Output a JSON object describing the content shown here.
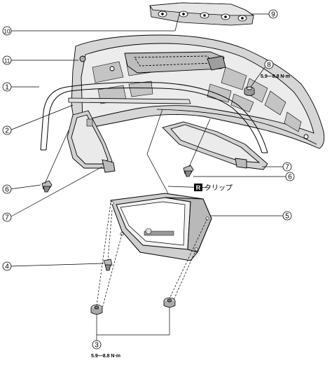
{
  "callouts": {
    "c1": "1",
    "c2": "2",
    "c3": "3",
    "c4": "4",
    "c5": "5",
    "c6a": "6",
    "c6b": "6",
    "c7a": "7",
    "c7b": "7",
    "c8": "8",
    "c9": "9",
    "c10": "10",
    "c11": "11"
  },
  "torque": {
    "upper": "5.9—8.8 N·m",
    "lower": "5.9—8.8 N·m"
  },
  "clip_note": {
    "badge": "R",
    "label": "クリップ"
  }
}
